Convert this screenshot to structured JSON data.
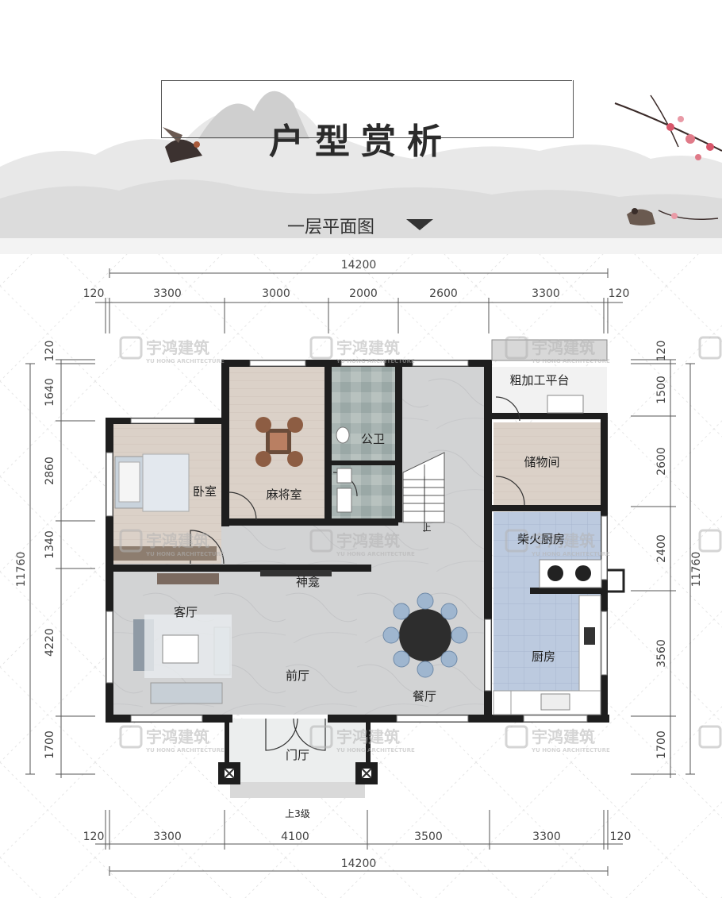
{
  "header": {
    "title": "户型赏析",
    "subtitle": "一层平面图"
  },
  "watermark": {
    "brand_cn": "宇鸿建筑",
    "brand_en": "YU HONG ARCHITECTURE"
  },
  "dimensions": {
    "top_total": "14200",
    "top_segments": [
      "120",
      "3300",
      "3000",
      "2000",
      "2600",
      "3300",
      "120"
    ],
    "bottom_total": "14200",
    "bottom_segments": [
      "120",
      "3300",
      "4100",
      "3500",
      "3300",
      "120"
    ],
    "left_total": "11760",
    "left_segments": [
      "120",
      "1640",
      "2860",
      "1340",
      "4220",
      "1700"
    ],
    "right_total": "11760",
    "right_segments": [
      "120",
      "1500",
      "2600",
      "2400",
      "3560",
      "1700"
    ]
  },
  "rooms": {
    "bedroom": "卧室",
    "mahjong": "麻将室",
    "toilet": "公卫",
    "storage": "储物间",
    "prep_platform": "粗加工平台",
    "wood_kitchen": "柴火厨房",
    "shrine": "神龛",
    "living": "客厅",
    "hall": "前厅",
    "dining": "餐厅",
    "kitchen": "厨房",
    "entry": "门厅",
    "stair_up": "上",
    "steps_note": "上3级"
  },
  "colors": {
    "wall": "#1e1e1e",
    "floor_tile": "#d3d4d5",
    "wood": "#d9cfc6",
    "bath_tile": "#a7b3b1",
    "kitchen_tile": "#b9c6dc"
  }
}
